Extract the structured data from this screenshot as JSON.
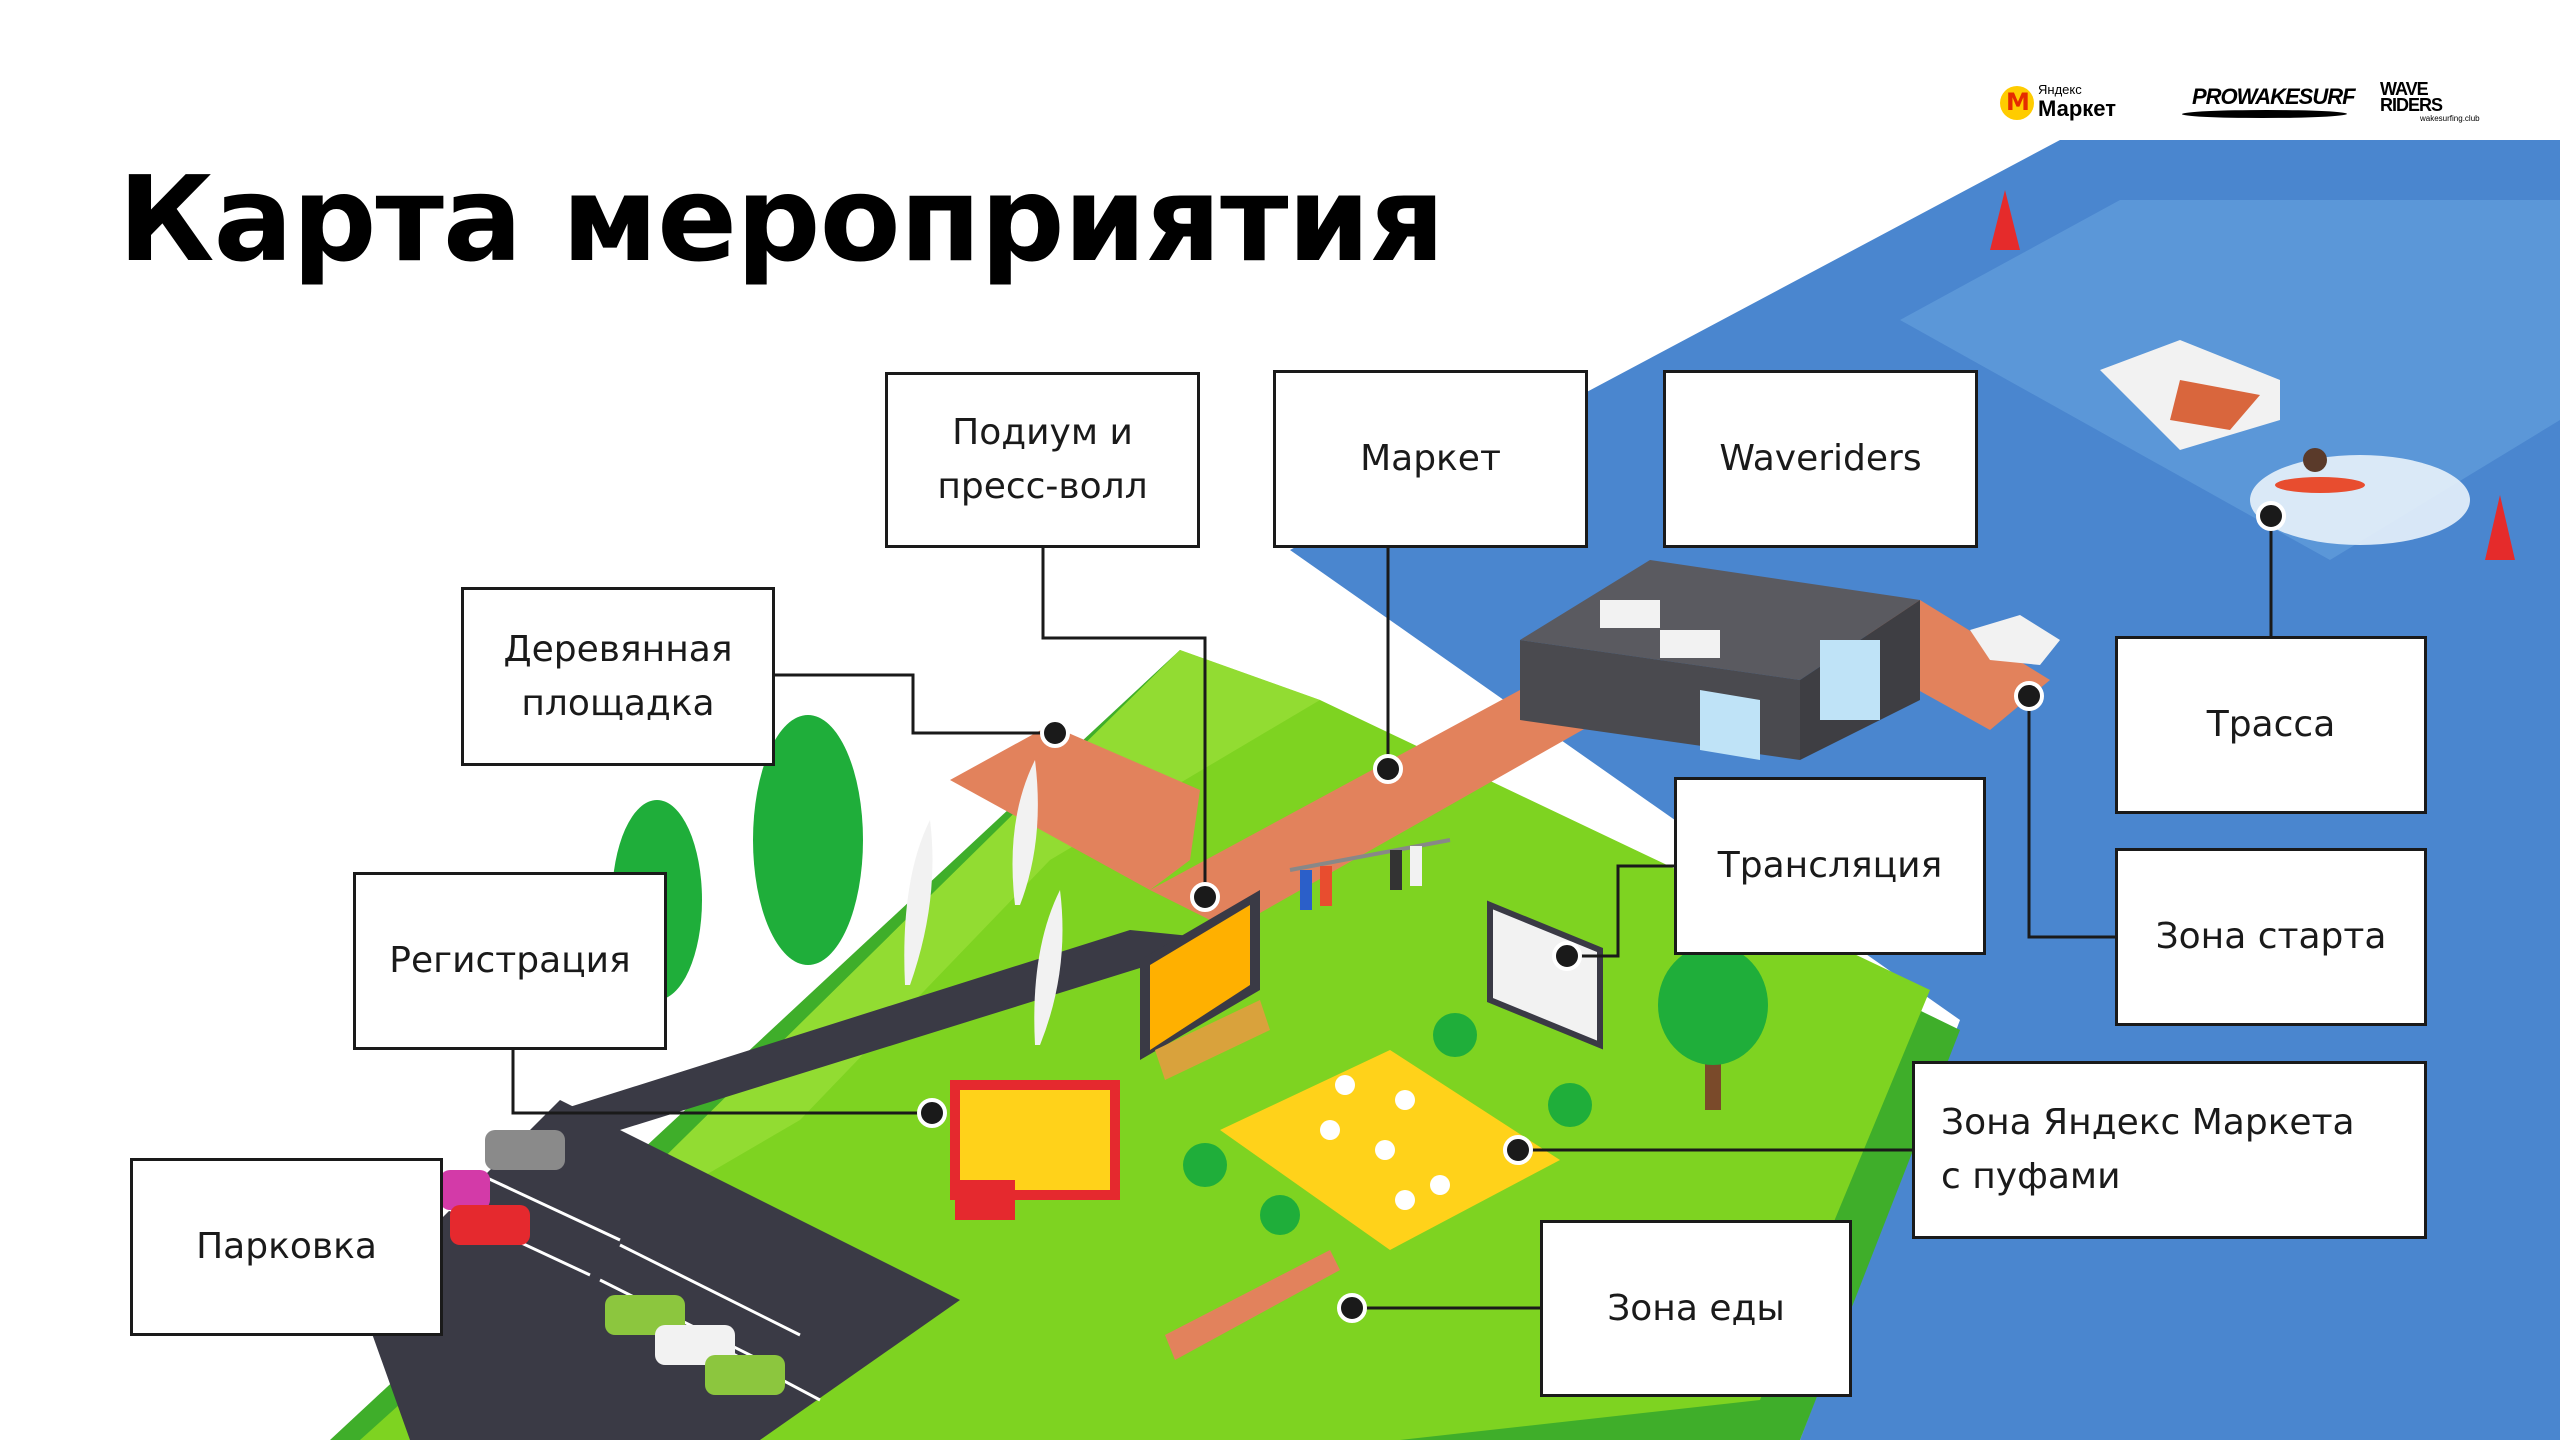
{
  "page": {
    "title": "Карта мероприятия"
  },
  "logos": {
    "yandex_small": "Яндекс",
    "yandex_big": "Маркет",
    "prowakesurf": "PROWAKESURF",
    "waveriders_line1": "WAVE",
    "waveriders_line2": "RIDERS",
    "waveriders_sub": "wakesurfing.club"
  },
  "labels": {
    "podium": "Подиум и\nпресс-волл",
    "market": "Маркет",
    "waveriders": "Waveriders",
    "wooden": "Деревянная\nплощадка",
    "translation": "Трансляция",
    "trassa": "Трасса",
    "registration": "Регистрация",
    "start_zone": "Зона старта",
    "yandex_zone": "Зона Яндекс Маркета\nс пуфами",
    "parking": "Парковка",
    "food_zone": "Зона еды"
  },
  "colors": {
    "water": "#4a86cf",
    "water_light": "#6aa6e0",
    "grass": "#7ed321",
    "grass_dark": "#3fae2a",
    "asphalt": "#3a3a45",
    "deck": "#e2825c",
    "container": "#4a4a4f",
    "pouf_area": "#ffd21a",
    "line": "#1a1a1a"
  },
  "icons": {
    "yandex_logo": "yandex-market-logo",
    "prowakesurf_logo": "prowakesurf-logo",
    "waveriders_logo": "waveriders-logo"
  }
}
